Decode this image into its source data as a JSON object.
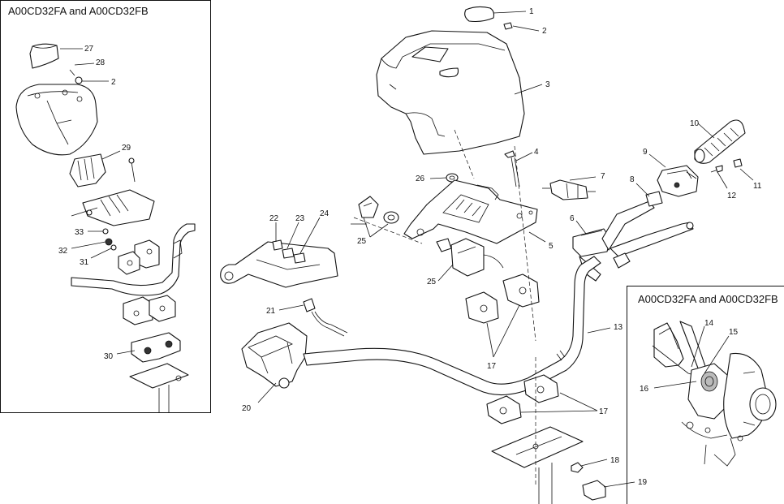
{
  "insets": {
    "left_title": "A00CD32FA and A00CD32FB",
    "right_title": "A00CD32FA and A00CD32FB"
  },
  "callouts": {
    "c1": "1",
    "c2": "2",
    "c3": "3",
    "c4": "4",
    "c5": "5",
    "c6": "6",
    "c7": "7",
    "c8": "8",
    "c9": "9",
    "c10": "10",
    "c11": "11",
    "c12": "12",
    "c13": "13",
    "c14": "14",
    "c15": "15",
    "c16": "16",
    "c17a": "17",
    "c17b": "17",
    "c18": "18",
    "c19": "19",
    "c20": "20",
    "c21": "21",
    "c22": "22",
    "c23": "23",
    "c24": "24",
    "c25a": "25",
    "c25b": "25",
    "c26": "26",
    "c27": "27",
    "c28": "28",
    "c2b": "2",
    "c29": "29",
    "c30": "30",
    "c31": "31",
    "c32": "32",
    "c33": "33"
  }
}
